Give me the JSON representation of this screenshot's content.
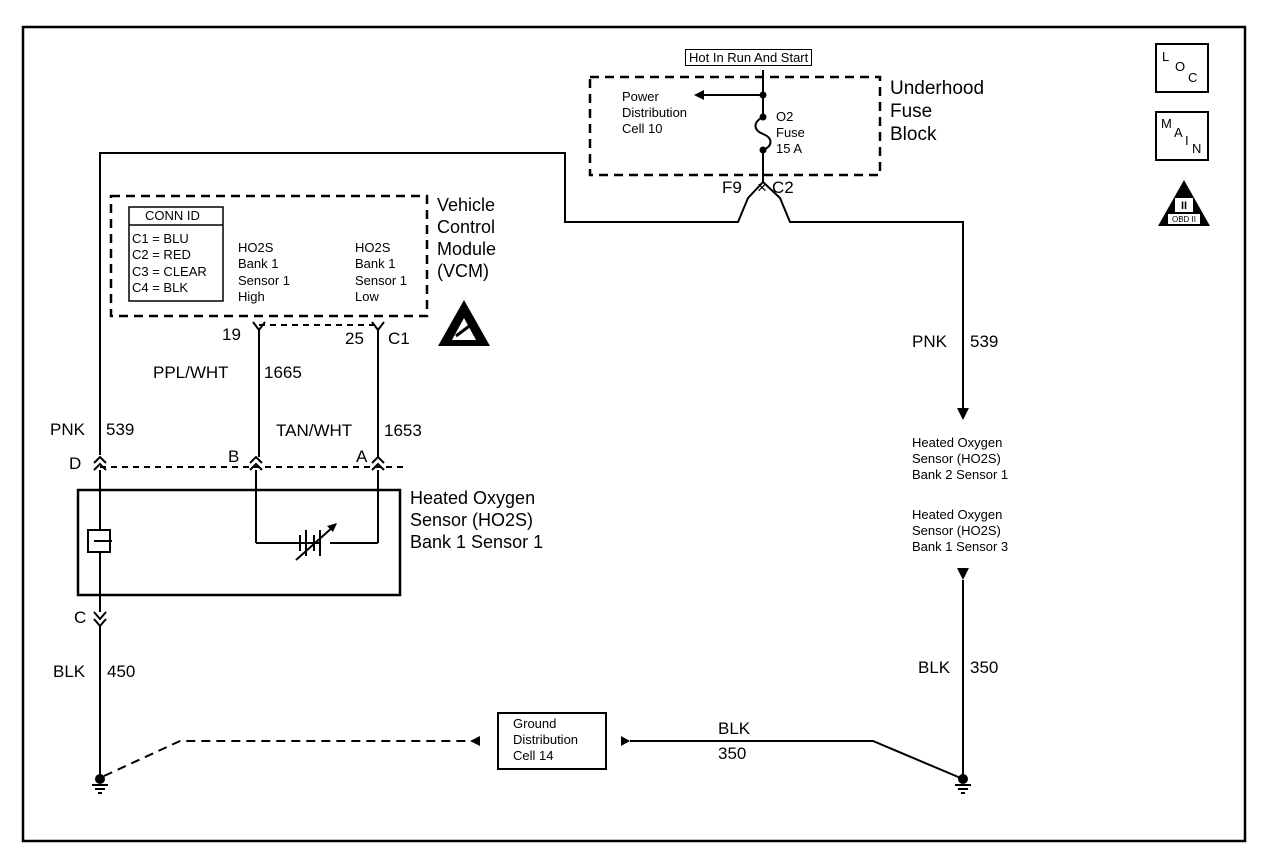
{
  "fuse_block": {
    "hot_label": "Hot In Run And Start",
    "title_line1": "Underhood",
    "title_line2": "Fuse",
    "title_line3": "Block",
    "power_dist_line1": "Power",
    "power_dist_line2": "Distribution",
    "power_dist_line3": "Cell 10",
    "fuse_name_line1": "O2",
    "fuse_name_line2": "Fuse",
    "fuse_rating": "15 A",
    "terminal_left": "F9",
    "terminal_right": "C2"
  },
  "vcm": {
    "title_line1": "Vehicle",
    "title_line2": "Control",
    "title_line3": "Module",
    "title_line4": "(VCM)",
    "conn_id_title": "CONN ID",
    "conn_ids": [
      "C1 = BLU",
      "C2 = RED",
      "C3 = CLEAR",
      "C4 = BLK"
    ],
    "pin_high_line1": "HO2S",
    "pin_high_line2": "Bank 1",
    "pin_high_line3": "Sensor 1",
    "pin_high_line4": "High",
    "pin_low_line1": "HO2S",
    "pin_low_line2": "Bank 1",
    "pin_low_line3": "Sensor 1",
    "pin_low_line4": "Low",
    "pin_19": "19",
    "pin_25": "25",
    "connector_c1": "C1"
  },
  "wires": {
    "pnk_left_color": "PNK",
    "pnk_left_circuit": "539",
    "ppl_wht_color": "PPL/WHT",
    "ppl_wht_circuit": "1665",
    "tan_wht_color": "TAN/WHT",
    "tan_wht_circuit": "1653",
    "blk_left_color": "BLK",
    "blk_left_circuit": "450",
    "pnk_right_color": "PNK",
    "pnk_right_circuit": "539",
    "blk_right_color": "BLK",
    "blk_right_circuit": "350",
    "blk_bottom_color": "BLK",
    "blk_bottom_circuit": "350"
  },
  "sensor": {
    "pin_d": "D",
    "pin_b": "B",
    "pin_a": "A",
    "pin_c": "C",
    "title_line1": "Heated Oxygen",
    "title_line2": "Sensor (HO2S)",
    "title_line3": "Bank 1 Sensor 1"
  },
  "right_refs": {
    "ref1_line1": "Heated Oxygen",
    "ref1_line2": "Sensor (HO2S)",
    "ref1_line3": "Bank 2 Sensor 1",
    "ref2_line1": "Heated Oxygen",
    "ref2_line2": "Sensor (HO2S)",
    "ref2_line3": "Bank 1 Sensor 3"
  },
  "ground": {
    "line1": "Ground",
    "line2": "Distribution",
    "line3": "Cell 14"
  },
  "side_icons": {
    "loc_icon": "location-icon",
    "loc_letters": [
      "L",
      "O",
      "C"
    ],
    "main_icon": "main-icon",
    "main_letters": [
      "M",
      "A",
      "I",
      "N"
    ],
    "obd_icon": "obd-ii-icon",
    "obd_numeral": "II",
    "obd_text": "OBD II",
    "esd_icon": "esd-warning-icon"
  },
  "colors": {
    "ink": "#000000",
    "paper": "#ffffff"
  }
}
